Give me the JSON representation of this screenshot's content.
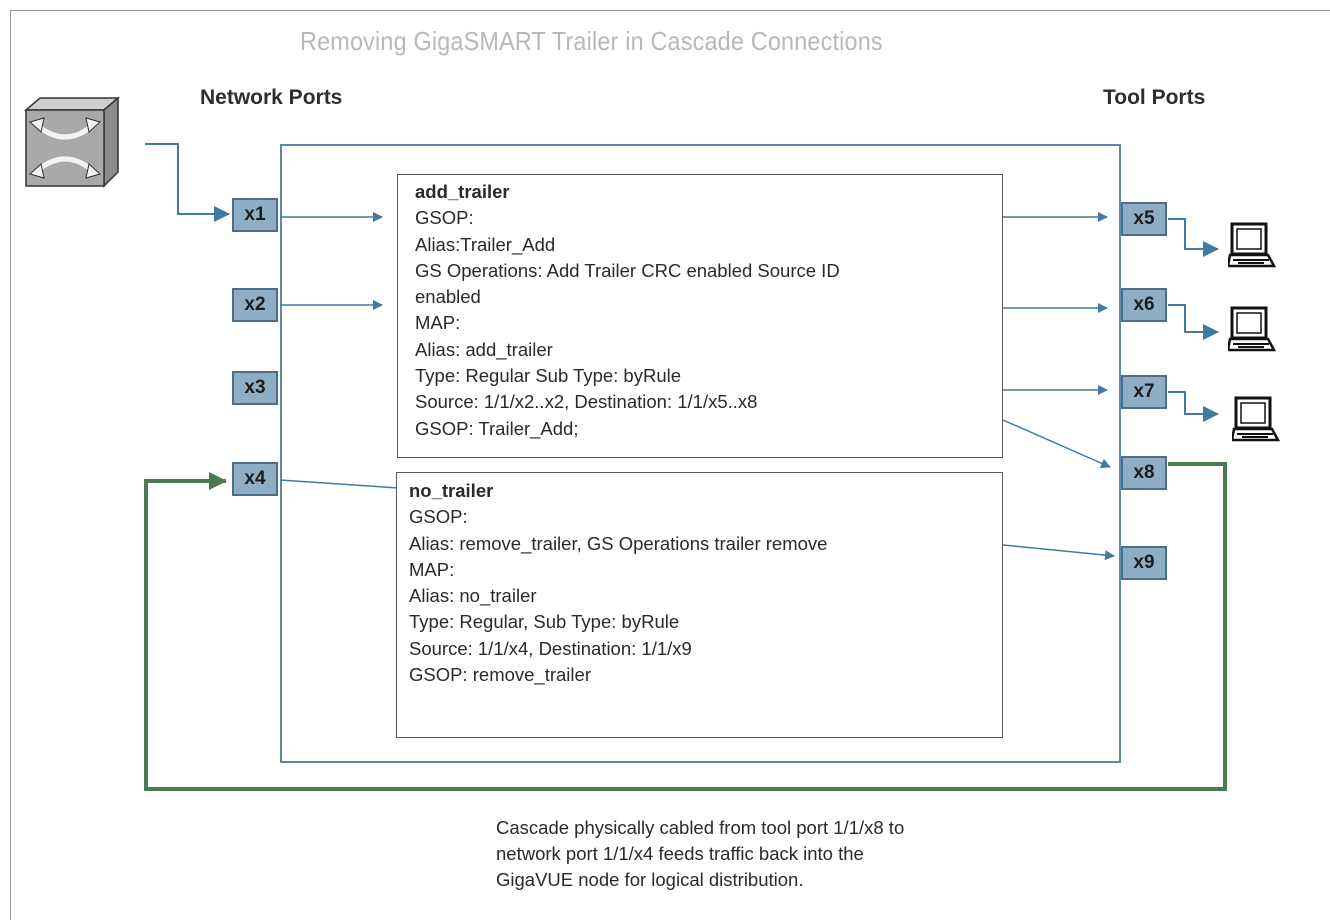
{
  "title": "Removing GigaSMART Trailer in Cascade Connections",
  "headings": {
    "network_ports": "Network Ports",
    "tool_ports": "Tool Ports"
  },
  "network_ports": [
    "x1",
    "x2",
    "x3",
    "x4"
  ],
  "tool_ports": [
    "x5",
    "x6",
    "x7",
    "x8",
    "x9"
  ],
  "add_trailer": {
    "name": "add_trailer",
    "lines": [
      "GSOP:",
      "Alias:Trailer_Add",
      "GS Operations: Add Trailer CRC enabled Source ID",
      "enabled",
      "MAP:",
      "Alias: add_trailer",
      "Type: Regular Sub Type: byRule",
      "Source: 1/1/x2..x2, Destination: 1/1/x5..x8",
      "GSOP: Trailer_Add;"
    ]
  },
  "no_trailer": {
    "name": "no_trailer",
    "lines": [
      "GSOP:",
      "Alias: remove_trailer, GS Operations trailer remove",
      "MAP:",
      "Alias: no_trailer",
      "Type: Regular, Sub Type: byRule",
      "Source: 1/1/x4, Destination: 1/1/x9",
      "GSOP: remove_trailer"
    ]
  },
  "caption": [
    "Cascade physically cabled from tool port 1/1/x8 to",
    "network port 1/1/x4 feeds traffic back into the",
    "GigaVUE node for logical distribution."
  ],
  "colors": {
    "node_border": "#5b8aa7",
    "port_fill": "#8daec4",
    "cascade_cable": "#4a7a52",
    "arrow": "#3f7aa0"
  },
  "icons": {
    "source": "network-switch-icon",
    "tools": "laptop-icon"
  }
}
